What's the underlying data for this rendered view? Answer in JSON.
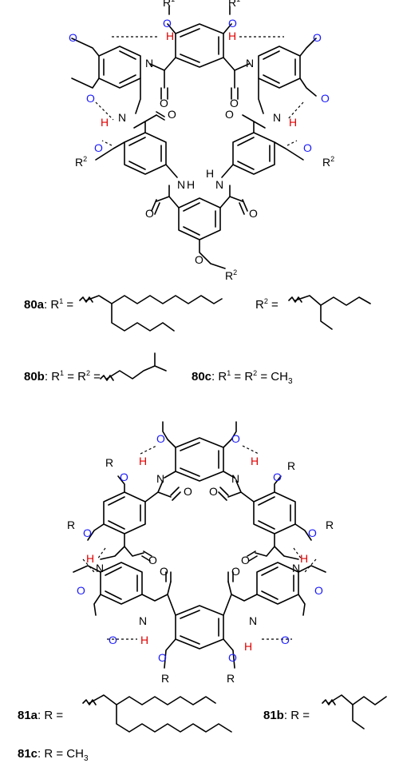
{
  "compounds": {
    "c80a": {
      "name": "80a",
      "r1_text": ": R",
      "r1_sup": "1",
      "eq": " =",
      "r2_text": "R",
      "r2_sup": "2",
      "r2_eq": " ="
    },
    "c80b": {
      "name": "80b",
      "text_a": ": R",
      "sup1": "1",
      "text_b": " = R",
      "sup2": "2",
      "text_c": " ="
    },
    "c80c": {
      "name": "80c",
      "text_a": ": R",
      "sup1": "1",
      "text_b": " = R",
      "sup2": "2",
      "text_c": " = CH",
      "sub3": "3"
    },
    "c81a": {
      "name": "81a",
      "text": ": R ="
    },
    "c81b": {
      "name": "81b",
      "text": ": R ="
    },
    "c81c": {
      "name": "81c",
      "text": ": R = CH",
      "sub3": "3"
    }
  },
  "atoms": {
    "O": "O",
    "N": "N",
    "H": "H",
    "R": "R",
    "R1": "R",
    "sup1": "1",
    "sup2": "2"
  },
  "colors": {
    "oxygen": "#1a1aff",
    "hydrogen_bond_H": "#e00000",
    "bonds": "#000000"
  }
}
